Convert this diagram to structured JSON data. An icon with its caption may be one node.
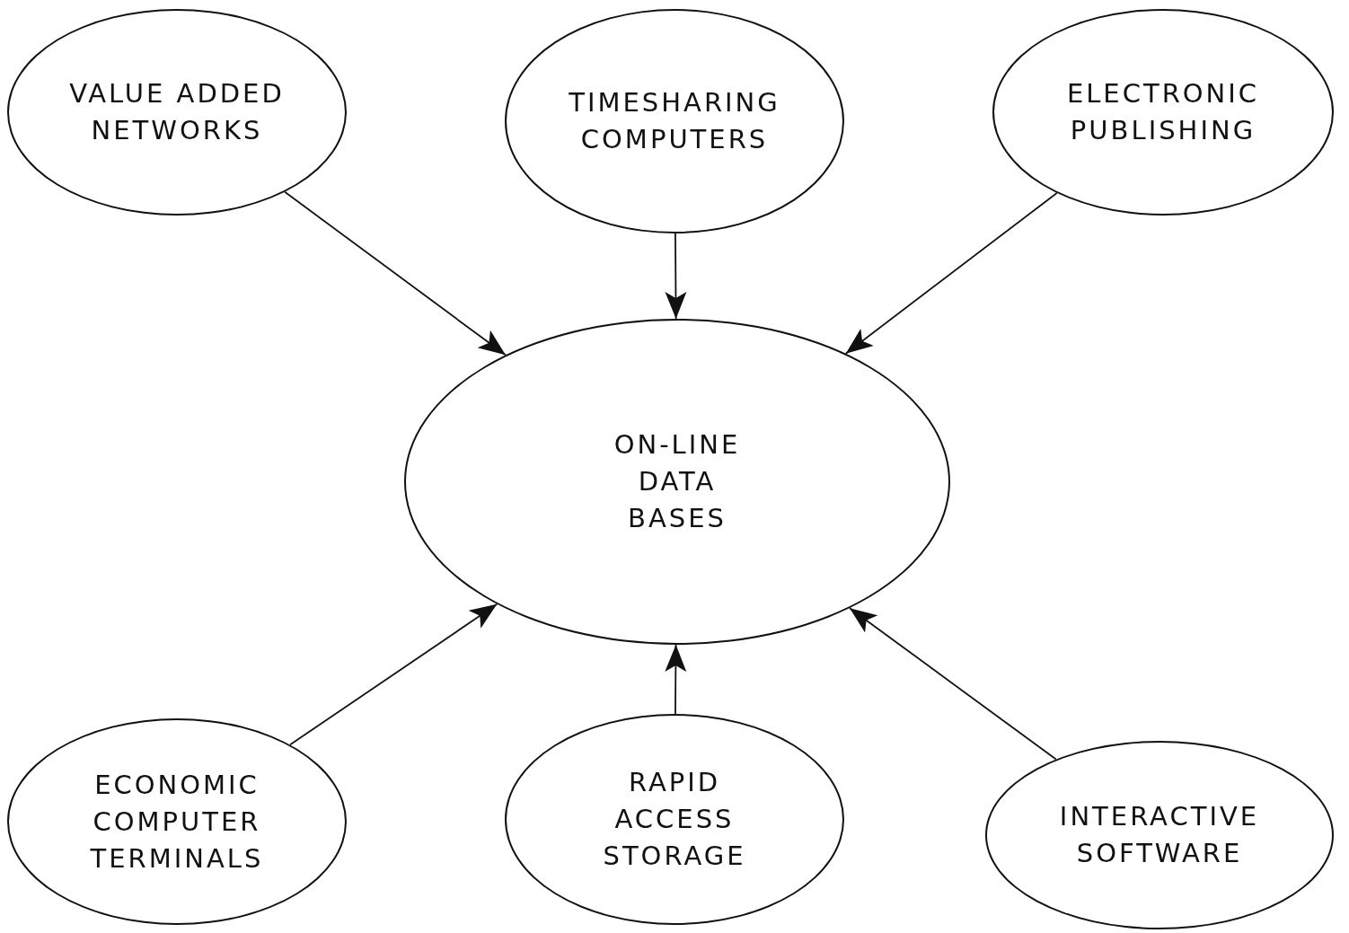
{
  "diagram": {
    "nodes": [
      {
        "text": [
          "VALUE ADDED NETWORKS"
        ]
      },
      {
        "text": [
          "TIMESHARING COMPUTERS"
        ]
      },
      {
        "text": [
          "ELECTRONIC PUBLISHING"
        ]
      },
      {
        "text": [
          "ON-LINE DATA BASES"
        ]
      },
      {
        "text": [
          "ECONOMIC COMPUTER TERMINALS"
        ]
      },
      {
        "text": [
          "RAPID ACCESS STORAGE"
        ]
      },
      {
        "text": [
          "INTERACTIVE SOFTWARE"
        ]
      }
    ],
    "edges": [
      {
        "from": 0,
        "to": 3,
        "arrow": "to"
      },
      {
        "from": 1,
        "to": 3,
        "arrow": "to"
      },
      {
        "from": 2,
        "to": 3,
        "arrow": "to"
      },
      {
        "from": 4,
        "to": 3,
        "arrow": "to"
      },
      {
        "from": 5,
        "to": 3,
        "arrow": "to"
      },
      {
        "from": 6,
        "to": 3,
        "arrow": "to"
      }
    ]
  }
}
